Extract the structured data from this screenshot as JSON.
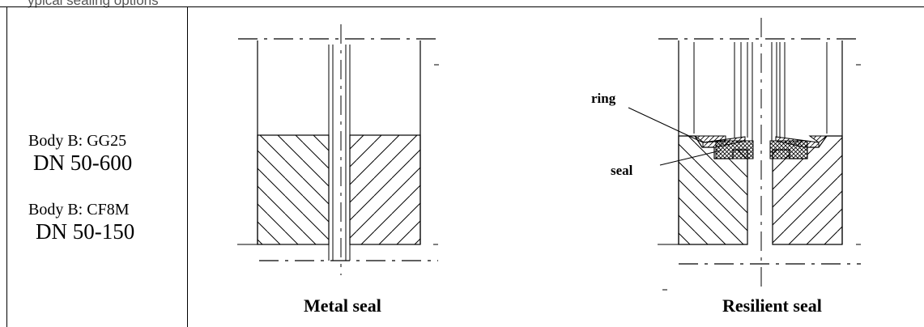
{
  "header": {
    "partial_text": "ypical sealing options"
  },
  "materials": [
    {
      "body": "Body B: GG25",
      "dn": "DN 50-600"
    },
    {
      "body": "Body B: CF8M",
      "dn": "DN 50-150"
    }
  ],
  "diagrams": {
    "metal": {
      "caption": "Metal seal"
    },
    "resilient": {
      "caption": "Resilient seal",
      "callouts": {
        "ring": "ring",
        "seal": "seal"
      }
    }
  }
}
